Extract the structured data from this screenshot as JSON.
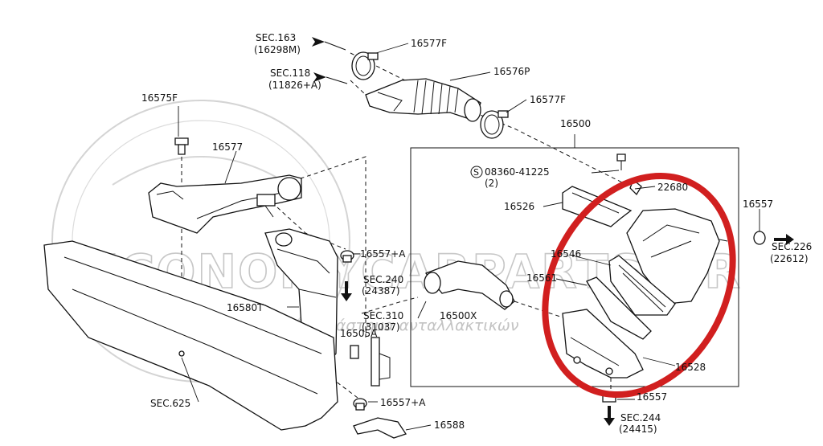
{
  "watermark": {
    "brand": "ECONOMYCARPARTS.GR",
    "tagline": "το μεγαλύτερο ηλεκτρονικό κατάστημα ανταλλακτικών"
  },
  "labels": {
    "sec163": "SEC.163",
    "sec163_ref": "(16298M)",
    "sec118": "SEC.118",
    "sec118_ref": "(11826+A)",
    "p16577F_top": "16577F",
    "p16576P": "16576P",
    "p16577F_right": "16577F",
    "p16575F": "16575F",
    "p16577": "16577",
    "p16500": "16500",
    "bolt_code": "08360-41225",
    "bolt_qty": "(2)",
    "bolt_symbol": "S",
    "p22680": "22680",
    "p16526": "16526",
    "p16546": "16546",
    "p16561": "16561",
    "p16557_right": "16557",
    "sec226": "SEC.226",
    "sec226_ref": "(22612)",
    "p16557A_mid": "16557+A",
    "sec240": "SEC.240",
    "sec240_ref": "(24387)",
    "p16580T": "16580T",
    "sec310": "SEC.310",
    "sec310_ref": "(31037)",
    "p16505A": "16505A",
    "p16500X": "16500X",
    "p16528": "16528",
    "p16557_bottom": "16557",
    "sec244": "SEC.244",
    "sec244_ref": "(24415)",
    "sec625": "SEC.625",
    "p16557A_bottom": "16557+A",
    "p16588": "16588"
  },
  "highlight_color": "#d11f1f"
}
